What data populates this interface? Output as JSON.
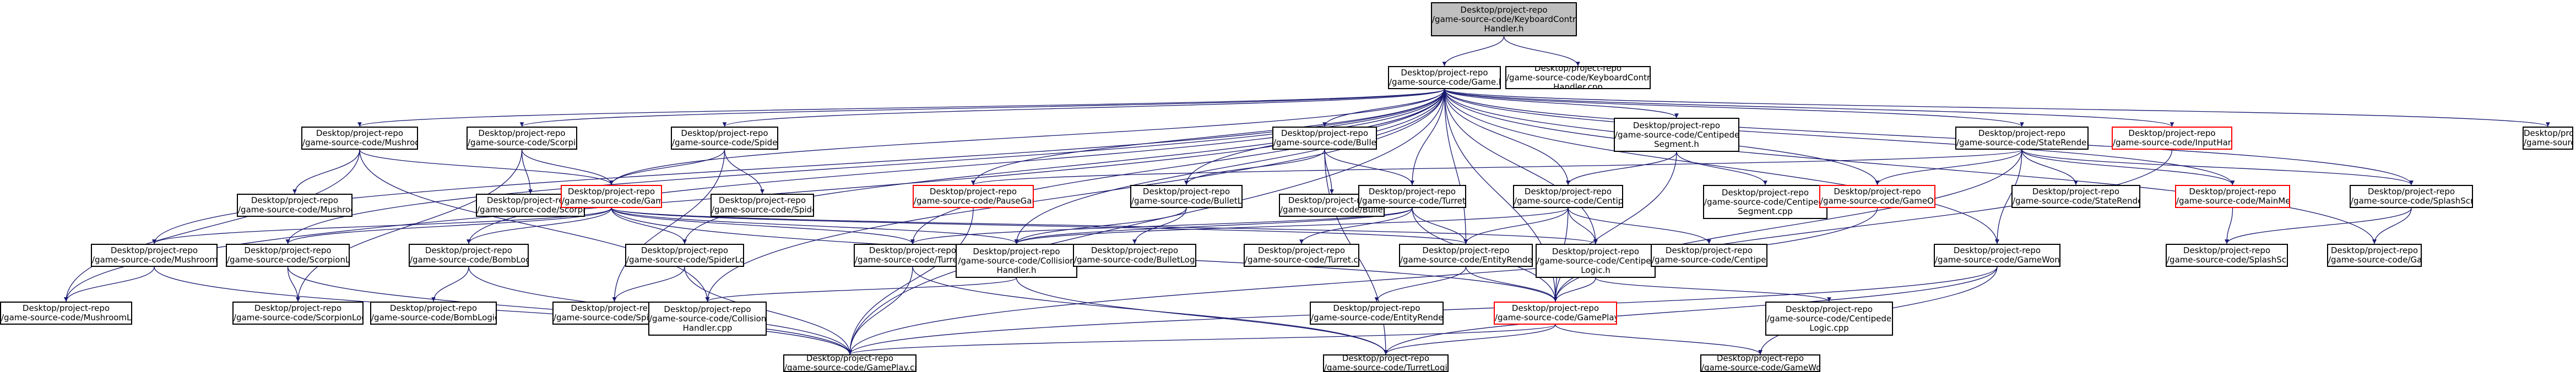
{
  "diagram": {
    "colors": {
      "edge": "#191970",
      "node_border": "#000000",
      "incomplete_border": "#ff0000",
      "focus_fill": "#bfbfbf"
    },
    "nodes": [
      {
        "id": "kch",
        "lines": [
          "Desktop/project-repo",
          "/game-source-code/KeyboardControls",
          "Handler.h"
        ],
        "focus": true
      },
      {
        "id": "gameh",
        "lines": [
          "Desktop/project-repo",
          "/game-source-code/Game.h"
        ]
      },
      {
        "id": "kchcpp",
        "lines": [
          "Desktop/project-repo",
          "/game-source-code/KeyboardControls",
          "Handler.cpp"
        ]
      },
      {
        "id": "mushh",
        "lines": [
          "Desktop/project-repo",
          "/game-source-code/Mushroom.h"
        ]
      },
      {
        "id": "scorh",
        "lines": [
          "Desktop/project-repo",
          "/game-source-code/Scorpion.h"
        ]
      },
      {
        "id": "spidh",
        "lines": [
          "Desktop/project-repo",
          "/game-source-code/Spider.h"
        ]
      },
      {
        "id": "bullh",
        "lines": [
          "Desktop/project-repo",
          "/game-source-code/Bullet.h"
        ]
      },
      {
        "id": "csegh",
        "lines": [
          "Desktop/project-repo",
          "/game-source-code/Centipede",
          "Segment.h"
        ]
      },
      {
        "id": "rendh",
        "lines": [
          "Desktop/project-repo",
          "/game-source-code/StateRenderer.h"
        ]
      },
      {
        "id": "inph",
        "lines": [
          "Desktop/project-repo",
          "/game-source-code/InputHandler.h"
        ],
        "incomplete": true
      },
      {
        "id": "maincpp",
        "lines": [
          "Desktop/project-repo",
          "/game-source-code/main.cpp"
        ]
      },
      {
        "id": "mushcpp",
        "lines": [
          "Desktop/project-repo",
          "/game-source-code/Mushroom.cpp"
        ]
      },
      {
        "id": "scorcpp",
        "lines": [
          "Desktop/project-repo",
          "/game-source-code/Scorpion.cpp"
        ]
      },
      {
        "id": "gfh",
        "lines": [
          "Desktop/project-repo",
          "/game-source-code/GameField.h"
        ],
        "incomplete": true
      },
      {
        "id": "spidcpp",
        "lines": [
          "Desktop/project-repo",
          "/game-source-code/Spider.cpp"
        ]
      },
      {
        "id": "pauseh",
        "lines": [
          "Desktop/project-repo",
          "/game-source-code/PauseGame.h"
        ],
        "incomplete": true
      },
      {
        "id": "blogh",
        "lines": [
          "Desktop/project-repo",
          "/game-source-code/BulletLogic.h"
        ]
      },
      {
        "id": "bullcpp",
        "lines": [
          "Desktop/project-repo",
          "/game-source-code/Bullet.cpp"
        ]
      },
      {
        "id": "turh",
        "lines": [
          "Desktop/project-repo",
          "/game-source-code/Turret.h"
        ]
      },
      {
        "id": "csegcpp",
        "lines": [
          "Desktop/project-repo",
          "/game-source-code/Centipede",
          "Segment.cpp"
        ]
      },
      {
        "id": "centh",
        "lines": [
          "Desktop/project-repo",
          "/game-source-code/Centipede.h"
        ]
      },
      {
        "id": "overh",
        "lines": [
          "Desktop/project-repo",
          "/game-source-code/GameOver.h"
        ],
        "incomplete": true
      },
      {
        "id": "rendcpp",
        "lines": [
          "Desktop/project-repo",
          "/game-source-code/StateRenderer.cpp"
        ]
      },
      {
        "id": "menuh",
        "lines": [
          "Desktop/project-repo",
          "/game-source-code/MainMenu.h"
        ],
        "incomplete": true
      },
      {
        "id": "splh",
        "lines": [
          "Desktop/project-repo",
          "/game-source-code/SplashScreen.h"
        ]
      },
      {
        "id": "mlogh",
        "lines": [
          "Desktop/project-repo",
          "/game-source-code/MushroomLogic.h"
        ]
      },
      {
        "id": "slogh",
        "lines": [
          "Desktop/project-repo",
          "/game-source-code/ScorpionLogic.h"
        ]
      },
      {
        "id": "bomblh",
        "lines": [
          "Desktop/project-repo",
          "/game-source-code/BombLogic.h"
        ]
      },
      {
        "id": "splogh",
        "lines": [
          "Desktop/project-repo",
          "/game-source-code/SpiderLogic.h"
        ]
      },
      {
        "id": "tlogh",
        "lines": [
          "Desktop/project-repo",
          "/game-source-code/TurretLogic.h"
        ]
      },
      {
        "id": "colh",
        "lines": [
          "Desktop/project-repo",
          "/game-source-code/Collision",
          "Handler.h"
        ]
      },
      {
        "id": "blogcpp",
        "lines": [
          "Desktop/project-repo",
          "/game-source-code/BulletLogic.cpp"
        ]
      },
      {
        "id": "turcpp",
        "lines": [
          "Desktop/project-repo",
          "/game-source-code/Turret.cpp"
        ]
      },
      {
        "id": "erendh",
        "lines": [
          "Desktop/project-repo",
          "/game-source-code/EntityRendering.h"
        ]
      },
      {
        "id": "clogh",
        "lines": [
          "Desktop/project-repo",
          "/game-source-code/Centipede",
          "Logic.h"
        ]
      },
      {
        "id": "centcpp",
        "lines": [
          "Desktop/project-repo",
          "/game-source-code/Centipede.cpp"
        ]
      },
      {
        "id": "wonh",
        "lines": [
          "Desktop/project-repo",
          "/game-source-code/GameWon.h"
        ]
      },
      {
        "id": "splcpp",
        "lines": [
          "Desktop/project-repo",
          "/game-source-code/SplashScreen.cpp"
        ]
      },
      {
        "id": "gamecpp",
        "lines": [
          "Desktop/project-repo",
          "/game-source-code/Game.cpp"
        ]
      },
      {
        "id": "mlogcpp",
        "lines": [
          "Desktop/project-repo",
          "/game-source-code/MushroomLogic.cpp"
        ]
      },
      {
        "id": "slogcpp",
        "lines": [
          "Desktop/project-repo",
          "/game-source-code/ScorpionLogic.cpp"
        ]
      },
      {
        "id": "bomblcpp",
        "lines": [
          "Desktop/project-repo",
          "/game-source-code/BombLogic.cpp"
        ]
      },
      {
        "id": "splogcpp",
        "lines": [
          "Desktop/project-repo",
          "/game-source-code/SpiderLogic.cpp"
        ]
      },
      {
        "id": "colcpp",
        "lines": [
          "Desktop/project-repo",
          "/game-source-code/Collision",
          "Handler.cpp"
        ]
      },
      {
        "id": "erendcpp",
        "lines": [
          "Desktop/project-repo",
          "/game-source-code/EntityRendering.cpp"
        ]
      },
      {
        "id": "playh",
        "lines": [
          "Desktop/project-repo",
          "/game-source-code/GamePlay.h"
        ],
        "incomplete": true
      },
      {
        "id": "clogcpp",
        "lines": [
          "Desktop/project-repo",
          "/game-source-code/Centipede",
          "Logic.cpp"
        ]
      },
      {
        "id": "playcpp",
        "lines": [
          "Desktop/project-repo",
          "/game-source-code/GamePlay.cpp"
        ]
      },
      {
        "id": "tlogcpp",
        "lines": [
          "Desktop/project-repo",
          "/game-source-code/TurretLogic.cpp"
        ]
      },
      {
        "id": "woncpp",
        "lines": [
          "Desktop/project-repo",
          "/game-source-code/GameWon.cpp"
        ]
      }
    ],
    "edges": [
      [
        "kch",
        "gameh"
      ],
      [
        "kch",
        "kchcpp"
      ],
      [
        "gameh",
        "mushh"
      ],
      [
        "gameh",
        "scorh"
      ],
      [
        "gameh",
        "spidh"
      ],
      [
        "gameh",
        "bullh"
      ],
      [
        "gameh",
        "csegh"
      ],
      [
        "gameh",
        "rendh"
      ],
      [
        "gameh",
        "inph"
      ],
      [
        "gameh",
        "maincpp"
      ],
      [
        "gameh",
        "pauseh"
      ],
      [
        "gameh",
        "blogh"
      ],
      [
        "gameh",
        "turh"
      ],
      [
        "gameh",
        "centh"
      ],
      [
        "gameh",
        "overh"
      ],
      [
        "gameh",
        "menuh"
      ],
      [
        "gameh",
        "splh"
      ],
      [
        "gameh",
        "gfh"
      ],
      [
        "gameh",
        "mlogh"
      ],
      [
        "gameh",
        "slogh"
      ],
      [
        "gameh",
        "bomblh"
      ],
      [
        "gameh",
        "splogh"
      ],
      [
        "gameh",
        "tlogh"
      ],
      [
        "gameh",
        "colh"
      ],
      [
        "gameh",
        "erendh"
      ],
      [
        "gameh",
        "clogh"
      ],
      [
        "gameh",
        "wonh"
      ],
      [
        "gameh",
        "gamecpp"
      ],
      [
        "gameh",
        "playh"
      ],
      [
        "gameh",
        "colcpp"
      ],
      [
        "gameh",
        "mlogcpp"
      ],
      [
        "gameh",
        "playcpp"
      ],
      [
        "mushh",
        "mushcpp"
      ],
      [
        "mushh",
        "gfh"
      ],
      [
        "mushh",
        "mlogcpp"
      ],
      [
        "mushh",
        "colcpp"
      ],
      [
        "scorh",
        "scorcpp"
      ],
      [
        "scorh",
        "gfh"
      ],
      [
        "scorh",
        "slogcpp"
      ],
      [
        "spidh",
        "spidcpp"
      ],
      [
        "spidh",
        "gfh"
      ],
      [
        "spidh",
        "splogcpp"
      ],
      [
        "bullh",
        "bullcpp"
      ],
      [
        "bullh",
        "blogh"
      ],
      [
        "bullh",
        "turh"
      ],
      [
        "bullh",
        "tlogcpp"
      ],
      [
        "csegh",
        "centh"
      ],
      [
        "csegh",
        "csegcpp"
      ],
      [
        "csegh",
        "playh"
      ],
      [
        "rendh",
        "rendcpp"
      ],
      [
        "rendh",
        "menuh"
      ],
      [
        "rendh",
        "overh"
      ],
      [
        "rendh",
        "splh"
      ],
      [
        "rendh",
        "wonh"
      ],
      [
        "rendh",
        "pauseh"
      ],
      [
        "rendh",
        "playh"
      ],
      [
        "inph",
        "playh"
      ],
      [
        "gfh",
        "mlogh"
      ],
      [
        "gfh",
        "slogh"
      ],
      [
        "gfh",
        "bomblh"
      ],
      [
        "gfh",
        "splogh"
      ],
      [
        "gfh",
        "tlogh"
      ],
      [
        "gfh",
        "colh"
      ],
      [
        "gfh",
        "erendh"
      ],
      [
        "gfh",
        "clogh"
      ],
      [
        "gfh",
        "playh"
      ],
      [
        "pauseh",
        "playcpp"
      ],
      [
        "blogh",
        "blogcpp"
      ],
      [
        "blogh",
        "colh"
      ],
      [
        "turh",
        "turcpp"
      ],
      [
        "turh",
        "tlogh"
      ],
      [
        "turh",
        "colh"
      ],
      [
        "turh",
        "erendh"
      ],
      [
        "turh",
        "playh"
      ],
      [
        "centh",
        "centcpp"
      ],
      [
        "centh",
        "clogh"
      ],
      [
        "centh",
        "erendh"
      ],
      [
        "centh",
        "colh"
      ],
      [
        "centh",
        "playh"
      ],
      [
        "overh",
        "playcpp"
      ],
      [
        "menuh",
        "splcpp"
      ],
      [
        "splh",
        "splcpp"
      ],
      [
        "splh",
        "gamecpp"
      ],
      [
        "wonh",
        "playcpp"
      ],
      [
        "wonh",
        "tlogcpp"
      ],
      [
        "wonh",
        "woncpp"
      ],
      [
        "mlogh",
        "mlogcpp"
      ],
      [
        "mlogh",
        "playcpp"
      ],
      [
        "slogh",
        "slogcpp"
      ],
      [
        "slogh",
        "playcpp"
      ],
      [
        "bomblh",
        "bomblcpp"
      ],
      [
        "bomblh",
        "playcpp"
      ],
      [
        "splogh",
        "splogcpp"
      ],
      [
        "splogh",
        "playcpp"
      ],
      [
        "tlogh",
        "tlogcpp"
      ],
      [
        "tlogh",
        "playcpp"
      ],
      [
        "colh",
        "colcpp"
      ],
      [
        "colh",
        "tlogcpp"
      ],
      [
        "erendh",
        "erendcpp"
      ],
      [
        "erendh",
        "playh"
      ],
      [
        "clogh",
        "clogcpp"
      ],
      [
        "clogh",
        "playh"
      ],
      [
        "playh",
        "playcpp"
      ],
      [
        "playh",
        "tlogcpp"
      ],
      [
        "playh",
        "woncpp"
      ]
    ]
  }
}
